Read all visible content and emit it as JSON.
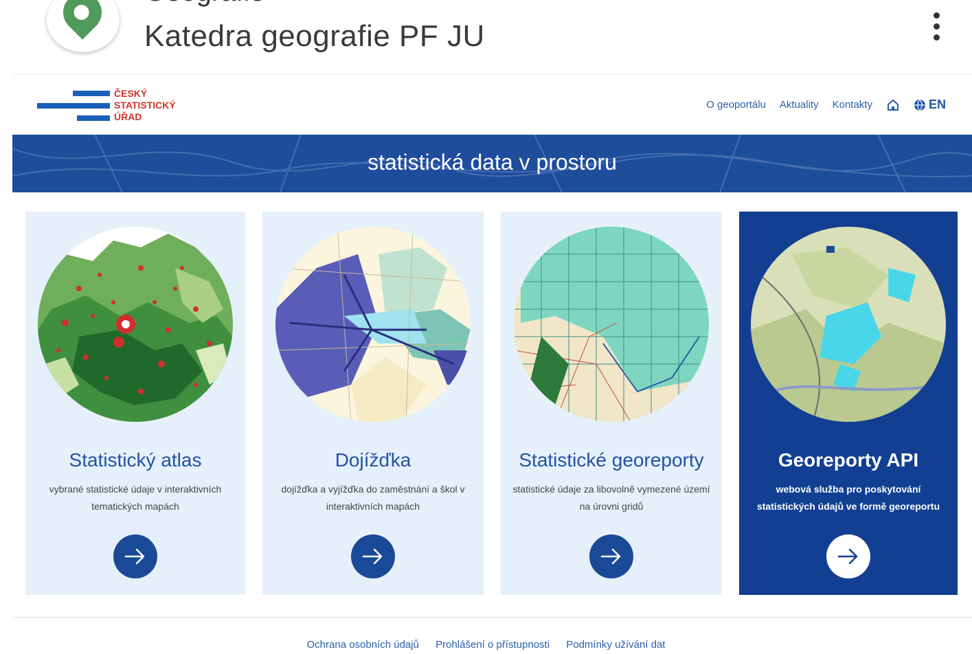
{
  "app": {
    "title": "Katedra geografie PF JU",
    "overflow_title": "Geografie"
  },
  "site": {
    "logo_lines": [
      "ČESKÝ",
      "STATISTICKÝ",
      "ÚŘAD"
    ],
    "nav": [
      "O geoportálu",
      "Aktuality",
      "Kontakty"
    ],
    "lang": "EN"
  },
  "banner": {
    "title": "statistická data v prostoru"
  },
  "cards": [
    {
      "title": "Statistický atlas",
      "desc": "vybrané statistické údaje v interaktivních tematických mapách",
      "icon": "arrow-right-icon"
    },
    {
      "title": "Dojížďka",
      "desc": "dojížďka a vyjížďka do zaměstnání a škol v interaktivních mapách",
      "icon": "arrow-right-icon"
    },
    {
      "title": "Statistické georeporty",
      "desc": "statistické údaje za libovolně vymezené území na úrovni gridů",
      "icon": "arrow-right-icon"
    },
    {
      "title": "Georeporty API",
      "desc": "webová služba pro poskytování statistických údajů ve formě georeportu",
      "icon": "arrow-right-icon"
    }
  ],
  "footer": [
    "Ochrana osobních údajů",
    "Prohlášení o přístupnosti",
    "Podmínky užívání dat"
  ],
  "colors": {
    "primary": "#1e4d9c",
    "card_bg": "#e6f0fb",
    "card_dark_bg": "#123f92",
    "logo_red": "#d0332b",
    "logo_blue": "#1a5eb8"
  }
}
